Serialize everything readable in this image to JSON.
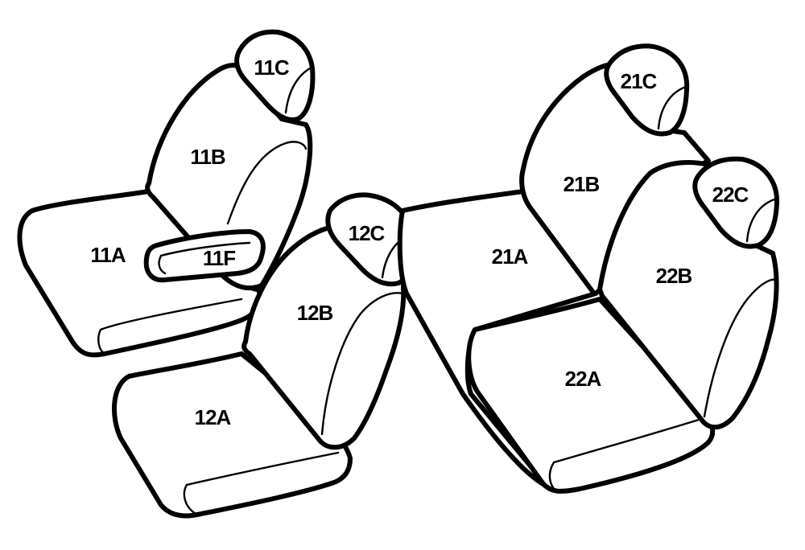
{
  "labels": {
    "p11C": "11C",
    "p11B": "11B",
    "p11A": "11A",
    "p11F": "11F",
    "p12C": "12C",
    "p12B": "12B",
    "p12A": "12A",
    "p21C": "21C",
    "p21B": "21B",
    "p21A": "21A",
    "p22C": "22C",
    "p22B": "22B",
    "p22A": "22A"
  }
}
